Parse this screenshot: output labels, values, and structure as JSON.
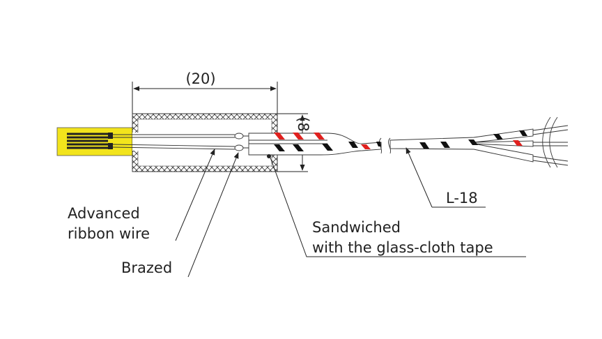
{
  "dimensions": {
    "length": "(20)",
    "width": "(8)"
  },
  "labels": {
    "ribbon_wire_line1": "Advanced",
    "ribbon_wire_line2": "ribbon wire",
    "brazed": "Brazed",
    "sandwiched_line1": "Sandwiched",
    "sandwiched_line2": "with the glass-cloth tape",
    "cable": "L-18"
  },
  "colors": {
    "gauge": "#f2e41c",
    "lead_stripe_red": "#e0201e",
    "lead_stripe_black": "#111111",
    "line": "#222222"
  }
}
